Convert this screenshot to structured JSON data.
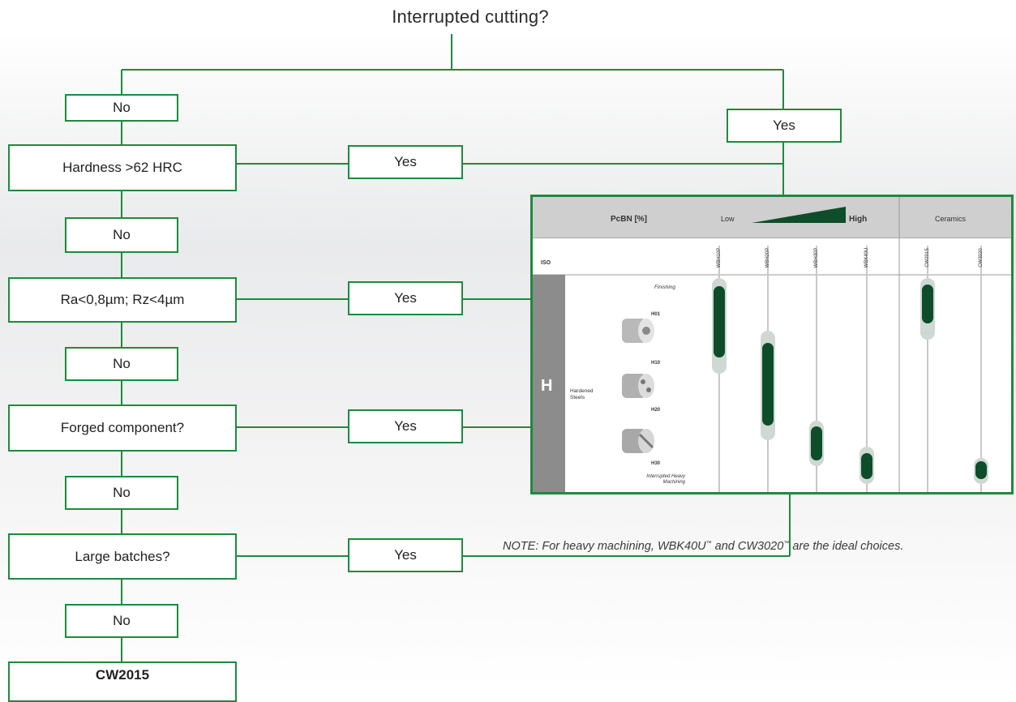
{
  "title": "Interrupted cutting?",
  "left_column": {
    "no_1": "No",
    "q_hardness": "Hardness >62 HRC",
    "no_2": "No",
    "q_roughness": "Ra<0,8µm; Rz<4µm",
    "no_3": "No",
    "q_forged": "Forged component?",
    "no_4": "No",
    "q_batches": "Large batches?",
    "no_5": "No",
    "result": "CW2015"
  },
  "yes_labels": {
    "top": "Yes",
    "hardness": "Yes",
    "roughness": "Yes",
    "forged": "Yes",
    "batches": "Yes"
  },
  "note": {
    "prefix": "NOTE: For heavy machining, ",
    "grade1": "WBK40U",
    "tm": "™",
    "middle": " and ",
    "grade2": "CW3020",
    "suffix": " are the ideal choices."
  },
  "colors": {
    "accent_green": "#1e8a3e",
    "dark_green": "#0e4d2a",
    "header_gray": "#cfcfcf",
    "side_gray": "#8c8c8c"
  },
  "grade_chart": {
    "header_pcbn": "PcBN [%]",
    "header_low": "Low",
    "header_high": "High",
    "header_ceramics": "Ceramics",
    "iso_label": "ISO",
    "iso_group": "H",
    "material": "Hardened Steels",
    "finishing": "Finishing",
    "heavy": "Interrupted Heavy Machining",
    "levels": [
      "H01",
      "H10",
      "H20",
      "H30"
    ],
    "grades": [
      "WBH10P",
      "WBH20P",
      "WBH30P",
      "WBK40U",
      "CW2015",
      "CW3020"
    ]
  }
}
